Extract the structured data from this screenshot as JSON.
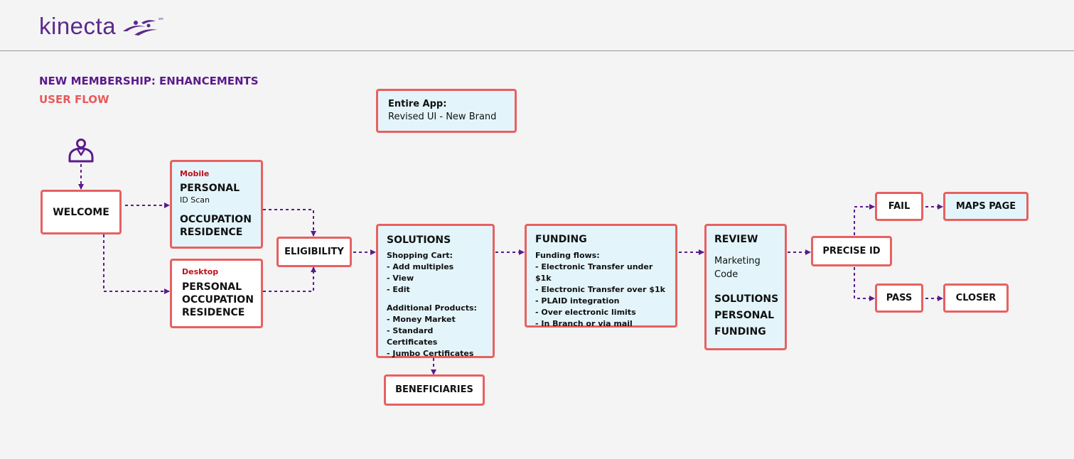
{
  "header": {
    "logo_text": "kinecta",
    "logo_mark": "sm"
  },
  "titles": {
    "line1": "NEW MEMBERSHIP: ENHANCEMENTS",
    "line2": "USER FLOW"
  },
  "colors": {
    "brand_purple": "#5b1a8c",
    "accent_coral": "#e86060",
    "box_blue": "#e3f5fa",
    "tag_red": "#c0101a"
  },
  "icons": {
    "start": "user-icon"
  },
  "note": {
    "title": "Entire App:",
    "body": "Revised UI - New Brand"
  },
  "nodes": {
    "welcome": "WELCOME",
    "mobile": {
      "tag": "Mobile",
      "title": "PERSONAL",
      "sub": "ID Scan",
      "line2": "OCCUPATION",
      "line3": "RESIDENCE"
    },
    "desktop": {
      "tag": "Desktop",
      "lines": [
        "PERSONAL",
        "OCCUPATION",
        "RESIDENCE"
      ]
    },
    "eligibility": "ELIGIBILITY",
    "solutions": {
      "title": "SOLUTIONS",
      "cart_title": "Shopping Cart:",
      "cart_items": [
        "- Add multiples",
        "- View",
        "- Edit"
      ],
      "products_title": "Additional Products:",
      "products_items": [
        "- Money Market",
        "- Standard Certificates",
        "- Jumbo Certificates"
      ]
    },
    "beneficiaries": "BENEFICIARIES",
    "funding": {
      "title": "FUNDING",
      "flows_title": "Funding flows:",
      "flows_items": [
        "- Electronic Transfer under $1k",
        "- Electronic Transfer over $1k",
        "- PLAID integration",
        "- Over electronic limits",
        "- In Branch or via mail"
      ]
    },
    "review": {
      "title": "REVIEW",
      "marketing_1": "Marketing",
      "marketing_2": "Code",
      "items": [
        "SOLUTIONS",
        "PERSONAL",
        "FUNDING"
      ]
    },
    "precise_id": "PRECISE ID",
    "fail": "FAIL",
    "pass": "PASS",
    "maps_page": "MAPS PAGE",
    "closer": "CLOSER"
  }
}
